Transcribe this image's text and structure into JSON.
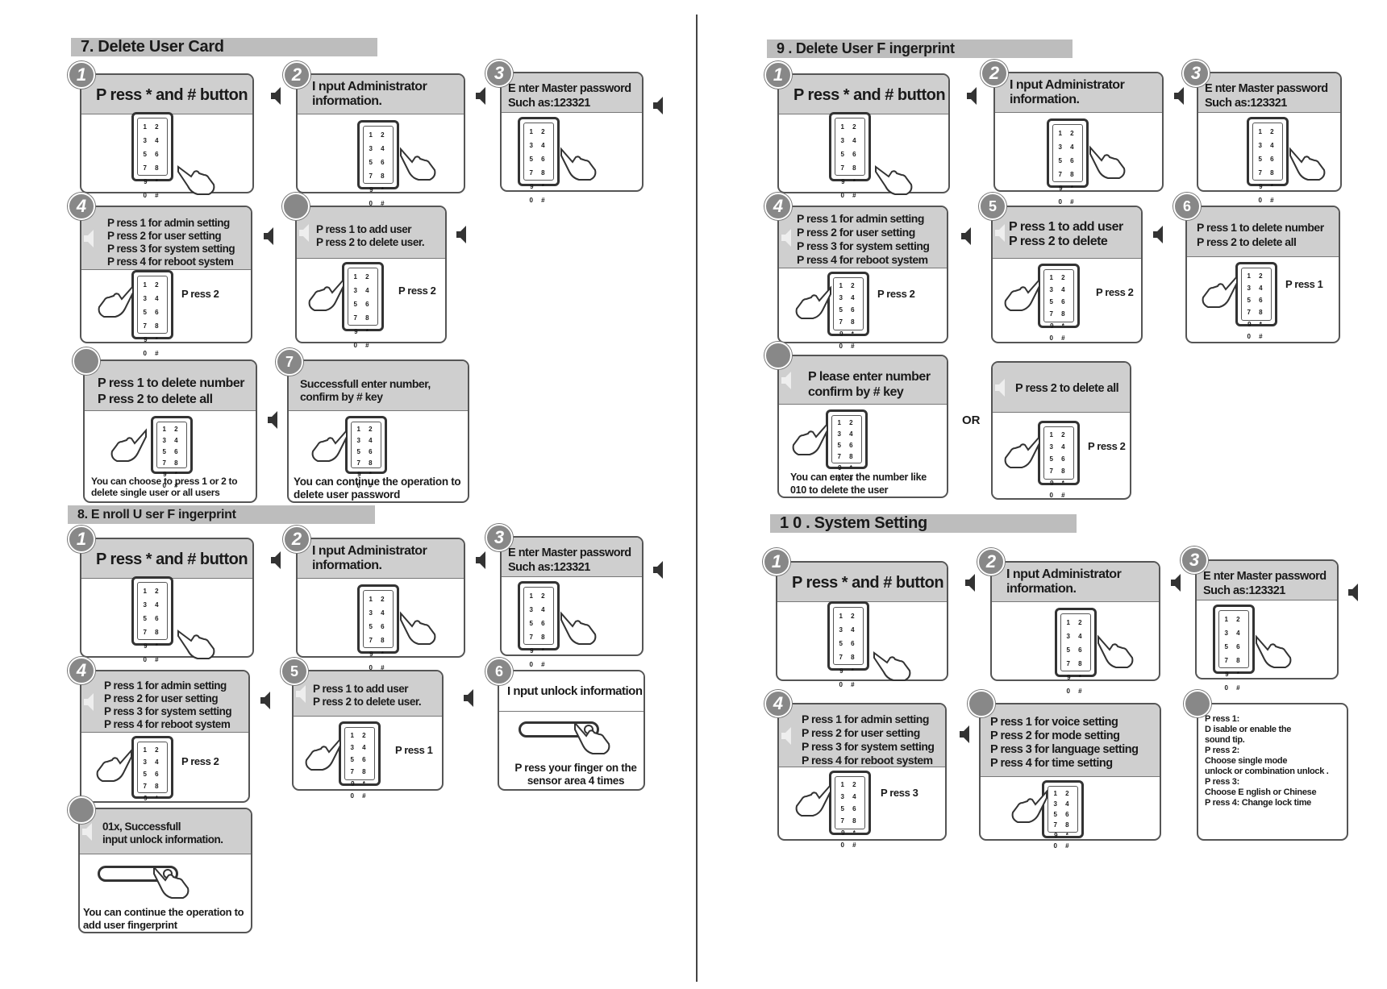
{
  "sections": {
    "s7": "7. Delete User Card",
    "s8": "8. E nroll U ser F ingerprint",
    "s9": "9  .  Delete User F ingerprint",
    "s10": "1 0 . System Setting"
  },
  "keypad_keys": "1 2 3 4 5 6 7 8 9 * 0 #",
  "common": {
    "press_star_hash": "P ress * and # button",
    "admin_info_l1": "I nput  Administrator",
    "admin_info_l2": "information.",
    "master_l1": "E nter Master password",
    "master_l2": "Such as:123321",
    "menu_l1": "P ress 1  for admin setting",
    "menu_l2": "P ress 2  for user setting",
    "menu_l3": "P ress 3  for system setting",
    "menu_l4": "P ress 4  for reboot system",
    "press2": "P ress 2",
    "press1": "P ress 1",
    "press3": "P ress 3"
  },
  "s7": {
    "adduser_l1": "P ress 1 to add user",
    "adduser_l2": "P ress 2 to delete user.",
    "delete_l1": "P ress 1 to delete number",
    "delete_l2": "P ress 2 to delete all",
    "delete_foot": "You can choose to press 1 or 2 to delete single user or all users",
    "badge7": "7",
    "success_l1": "Successfull  enter  number,",
    "success_l2": "confirm  by # key",
    "success_foot": "You  can  continue  the  operation  to  delete  user  password"
  },
  "s8": {
    "badge5": "5",
    "adduser_l1": "P ress 1 to add user",
    "adduser_l2": "P ress 2 to delete user.",
    "badge6": "6",
    "unlock_info": "I nput  unlock  information",
    "finger_foot": "P ress your finger on the sensor area 4 times",
    "success_l1": "01x, Successfull",
    "success_l2": "input  unlock  information.",
    "success_foot": "You  can  continue  the  operation  to  add  user  fingerprint"
  },
  "s9": {
    "badge5": "5",
    "adduser_l1": "P ress 1 to add user",
    "adduser_l2": "P ress 2 to delete",
    "badge6": "6",
    "delete_l1": "P ress 1  to delete number",
    "delete_l2": "P ress 2 to delete all",
    "enter_l1": "P lease enter number",
    "enter_l2": "confirm  by #  key",
    "enter_foot": "You  can  enter  the  number  like 010 to delete the user",
    "or": "OR",
    "press2_delete_all": "P ress 2 to delete all"
  },
  "s10": {
    "sys_l1": "P ress 1 for voice setting",
    "sys_l2": "P ress 2 for mode setting",
    "sys_l3": "P ress 3 for language setting",
    "sys_l4": "P ress 4 for time setting",
    "notes": {
      "n1": "P ress 1:",
      "n2": "D isable  or  enable  the",
      "n3": "sound  tip.",
      "n4": "P ress 2:",
      "n5": "Choose   single   mode",
      "n6": "unlock  or  combination  unlock  .",
      "n7": "P ress 3:",
      "n8": "Choose  E nglish  or  Chinese",
      "n9": "P ress 4:   Change lock time"
    }
  },
  "badges": {
    "b1": "1",
    "b2": "2",
    "b3": "3",
    "b4": "4"
  }
}
